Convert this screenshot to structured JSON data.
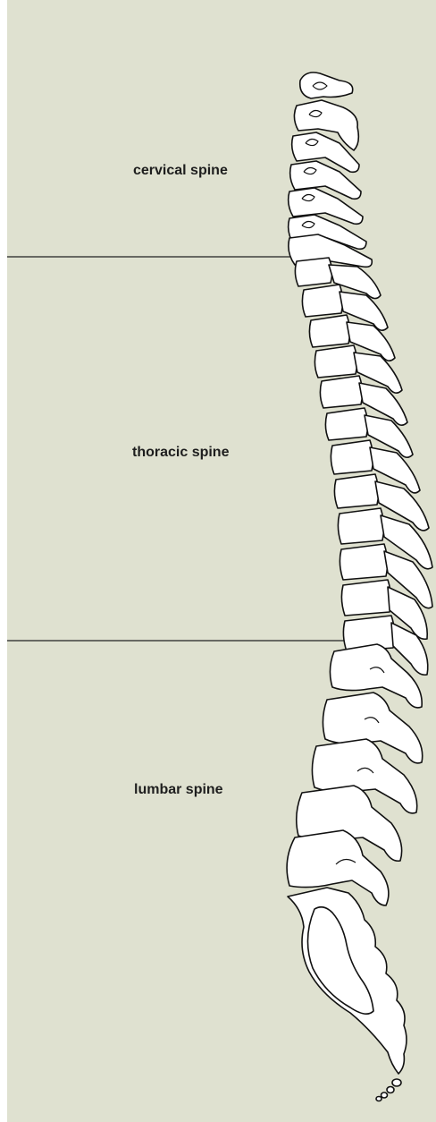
{
  "regions": {
    "cervical": {
      "label": "cervical spine"
    },
    "thoracic": {
      "label": "thoracic spine"
    },
    "lumbar": {
      "label": "lumbar spine"
    }
  },
  "colors": {
    "background": "#dfe1d0",
    "bone_fill": "#ffffff",
    "outline": "#111111",
    "divider": "#222222"
  }
}
